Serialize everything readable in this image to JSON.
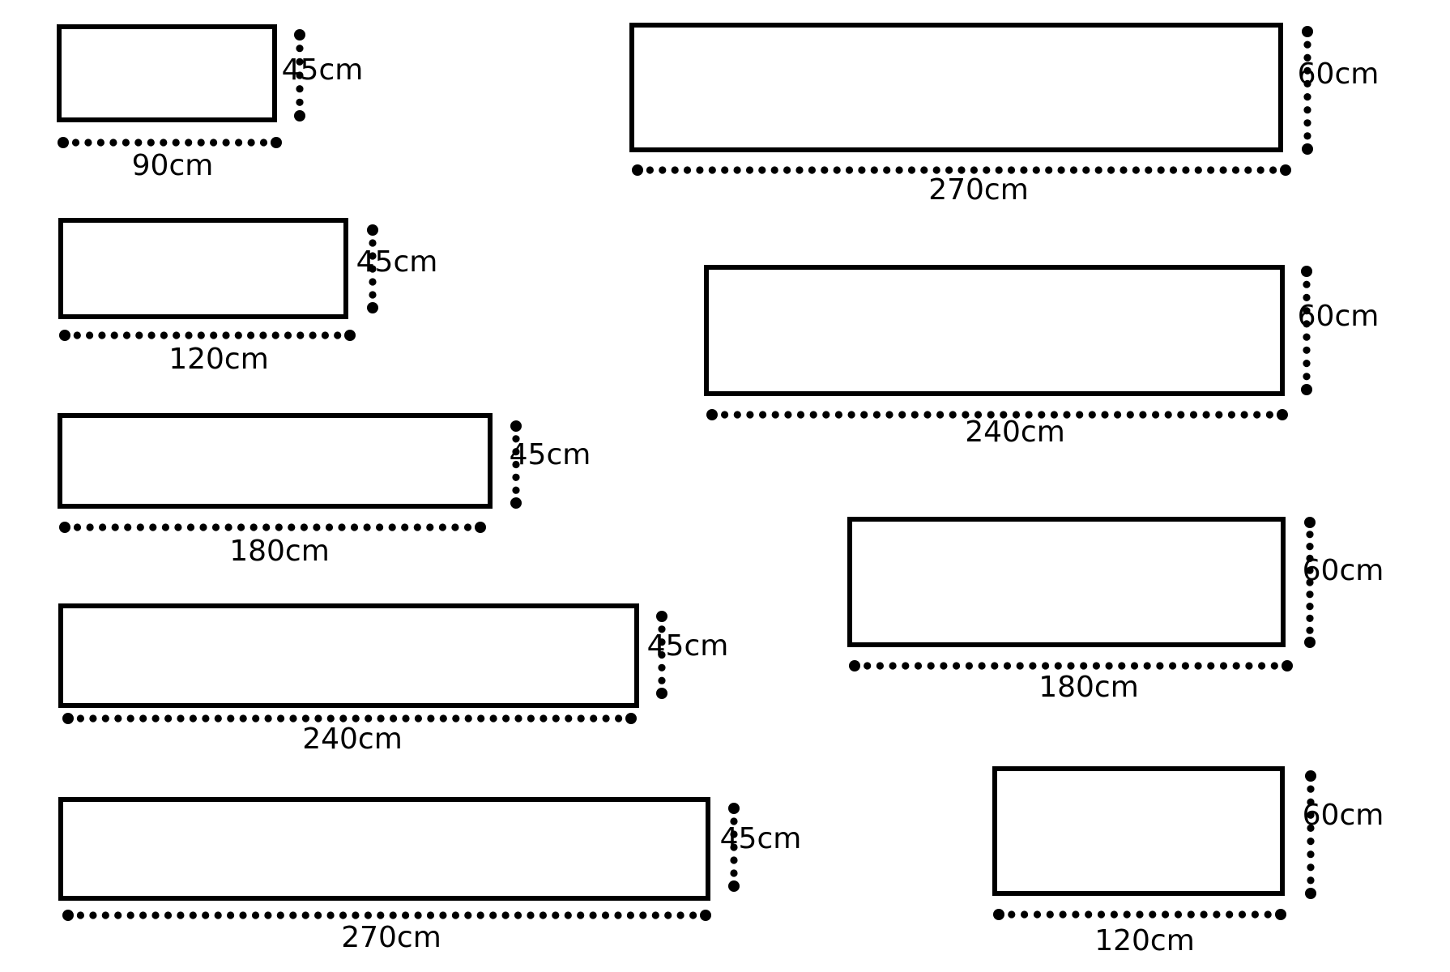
{
  "colors": {
    "stroke": "#000000",
    "background": "#ffffff"
  },
  "items": [
    {
      "width_label": "90cm",
      "height_label": "45cm"
    },
    {
      "width_label": "120cm",
      "height_label": "45cm"
    },
    {
      "width_label": "180cm",
      "height_label": "45cm"
    },
    {
      "width_label": "240cm",
      "height_label": "45cm"
    },
    {
      "width_label": "270cm",
      "height_label": "45cm"
    },
    {
      "width_label": "270cm",
      "height_label": "60cm"
    },
    {
      "width_label": "240cm",
      "height_label": "60cm"
    },
    {
      "width_label": "180cm",
      "height_label": "60cm"
    },
    {
      "width_label": "120cm",
      "height_label": "60cm"
    }
  ]
}
